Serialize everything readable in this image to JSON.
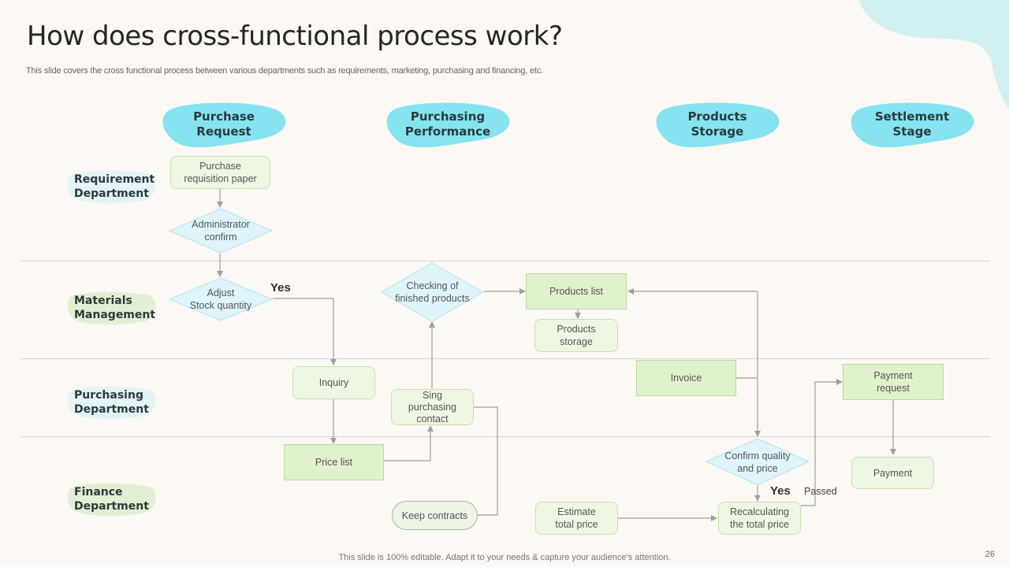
{
  "slide": {
    "title": "How does cross-functional process work?",
    "subtitle": "This slide covers the cross functional process between various departments such as requirements, marketing, purchasing and financing, etc.",
    "footer": "This slide is 100% editable. Adapt it to your needs & capture your audience’s attention.",
    "page_number": "26"
  },
  "colors": {
    "stage_fill": "#86e3f0",
    "decor_fill": "#d3f0f2",
    "rect_fill": "#e0f2cd",
    "diamond_fill": "#dff5fb",
    "connector": "#a0a0a0",
    "background": "#fcf8f3"
  },
  "stages": [
    {
      "label": "Purchase\nRequest"
    },
    {
      "label": "Purchasing\nPerformance"
    },
    {
      "label": "Products\nStorage"
    },
    {
      "label": "Settlement\nStage"
    }
  ],
  "departments": [
    {
      "label": "Requirement\nDepartment",
      "color": "#e3f3f7"
    },
    {
      "label": "Materials\nManagement",
      "color": "#e1f0d4"
    },
    {
      "label": "Purchasing\nDepartment",
      "color": "#e3f3f7"
    },
    {
      "label": "Finance\nDepartment",
      "color": "#e1f0d4"
    }
  ],
  "nodes": {
    "purchase_requisition": "Purchase\nrequisition paper",
    "administrator_confirm": "Administrator\nconfirm",
    "adjust_stock": "Adjust\nStock quantity",
    "inquiry": "Inquiry",
    "price_list": "Price list",
    "sing_purchasing": "Sing\npurchasing\ncontact",
    "keep_contracts": "Keep contracts",
    "checking_finished": "Checking of\nfinished products",
    "products_list": "Products list",
    "products_storage": "Products\nstorage",
    "invoice": "Invoice",
    "confirm_quality": "Confirm quality\nand price",
    "estimate_total": "Estimate\ntotal price",
    "recalculating": "Recalculating\nthe total price",
    "payment_request": "Payment\nrequest",
    "payment": "Payment"
  },
  "edge_labels": {
    "yes_stock": "Yes",
    "yes_confirm": "Yes",
    "passed": "Passed"
  }
}
